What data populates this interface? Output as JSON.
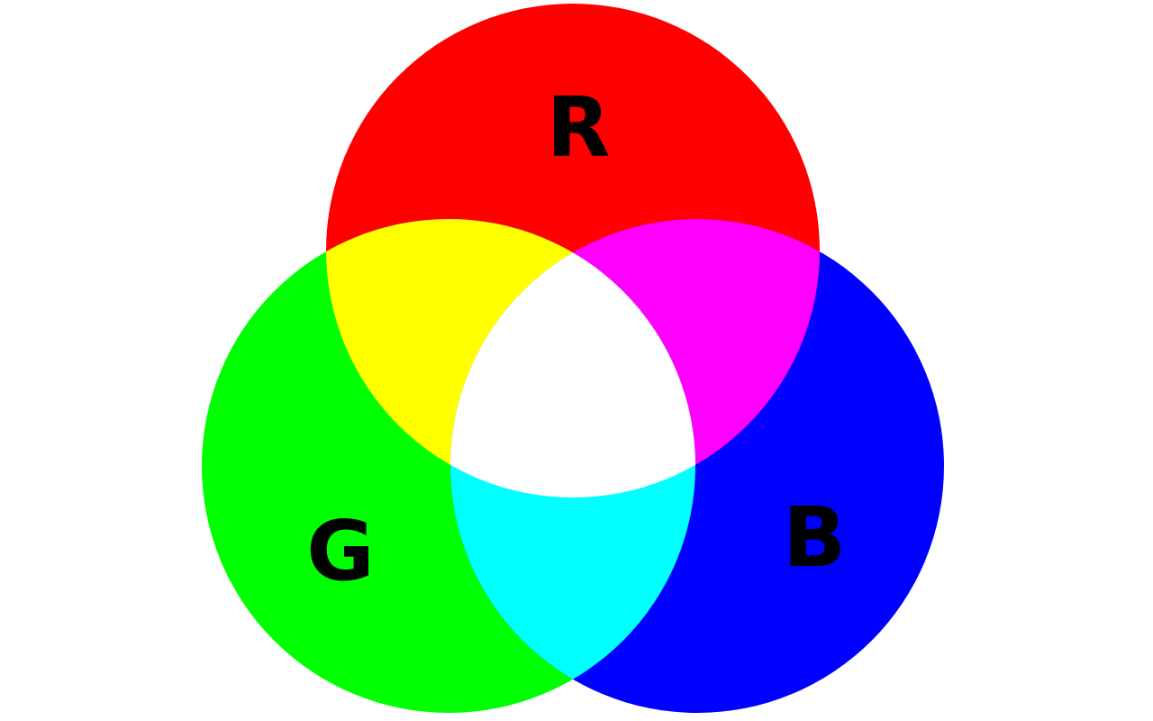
{
  "diagram": {
    "background": "#ffffff",
    "circles": [
      {
        "id": "red",
        "label": "R",
        "color": "#ff0000"
      },
      {
        "id": "green",
        "label": "G",
        "color": "#00ff00"
      },
      {
        "id": "blue",
        "label": "B",
        "color": "#0000ff"
      }
    ],
    "overlaps": {
      "red_green": "#ffff00",
      "red_blue": "#ff00ff",
      "green_blue": "#00ffff",
      "all": "#ffffff"
    },
    "label_color": "#000000"
  }
}
